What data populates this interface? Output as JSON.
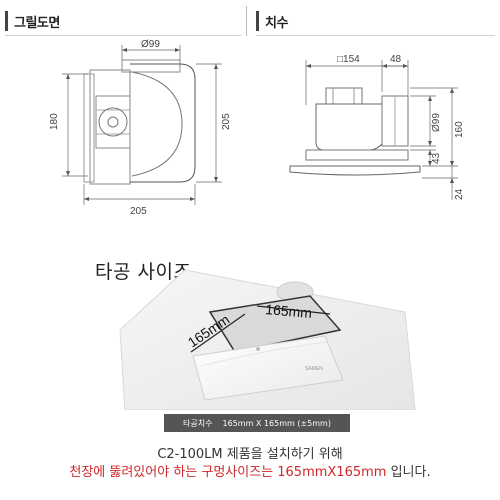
{
  "sections": {
    "front_view": {
      "title": "그릴도면"
    },
    "dimensions": {
      "title": "치수"
    },
    "hole_size": {
      "title": "타공 사이즈"
    }
  },
  "front_view": {
    "dim_top": "Ø99",
    "dim_left": "180",
    "dim_right": "205",
    "dim_bottom": "205"
  },
  "side_view": {
    "dim_top_body": "□154",
    "dim_top_duct": "48",
    "dim_duct_diameter": "Ø99",
    "dim_height_total": "160",
    "dim_height_lower": "43",
    "dim_grill": "24"
  },
  "photo": {
    "dim_left": "165mm",
    "dim_right": "165mm",
    "brand": "SAMEN"
  },
  "caption": {
    "label": "타공치수",
    "value": "165mm X 165mm (±5mm)"
  },
  "description": {
    "line1": "C2-100LM 제품을 설치하기 위해",
    "line2_red": "천장에 뚫려있어야 하는 구멍사이즈는 165mmX165mm",
    "line2_black": " 입니다."
  }
}
